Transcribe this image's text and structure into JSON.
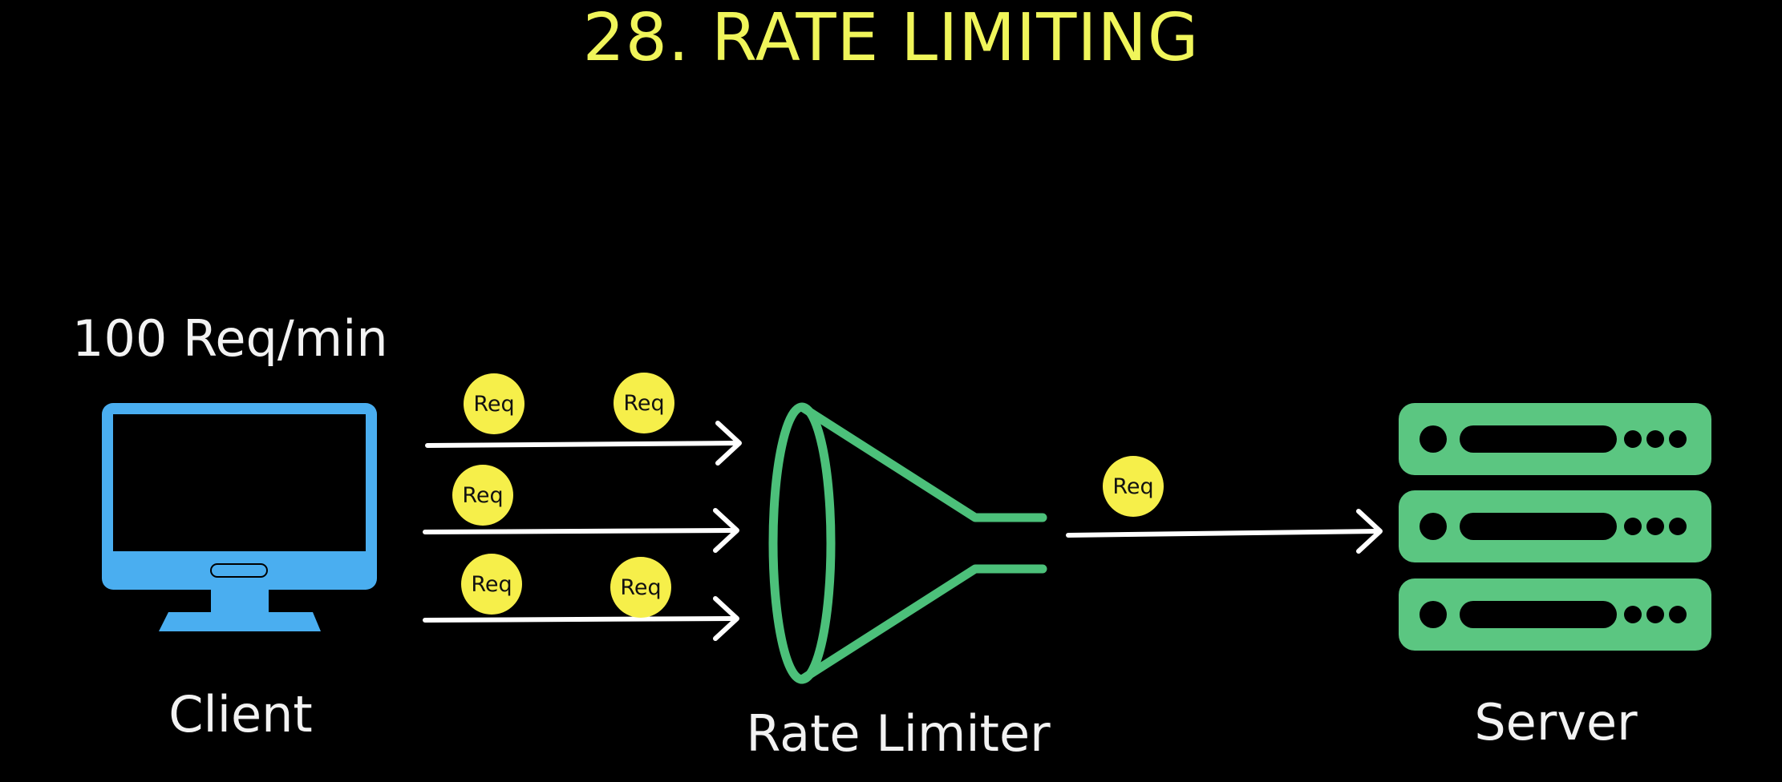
{
  "title": "28. RATE LIMITING",
  "rate": "100 Req/min",
  "nodes": {
    "client": "Client",
    "limiter": "Rate Limiter",
    "server": "Server"
  },
  "req_token": "Req",
  "colors": {
    "background": "#000000",
    "title": "#f0f55a",
    "client_monitor": "#4aaef0",
    "limiter_funnel": "#4cc07a",
    "server_rack": "#5bc681",
    "req_badge": "#f6ef4a",
    "arrow": "#ffffff"
  }
}
